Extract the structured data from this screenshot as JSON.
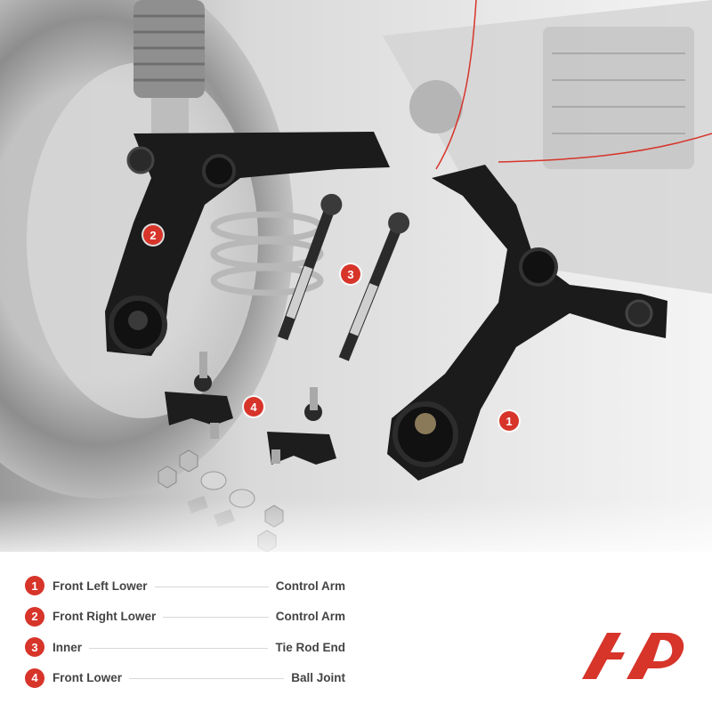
{
  "callouts": {
    "c1": "1",
    "c2": "2",
    "c3": "3",
    "c4": "4"
  },
  "legend": [
    {
      "number": "1",
      "left": "Front Left Lower",
      "right": "Control Arm"
    },
    {
      "number": "2",
      "left": "Front Right Lower",
      "right": "Control Arm"
    },
    {
      "number": "3",
      "left": "Inner",
      "right": "Tie Rod End"
    },
    {
      "number": "4",
      "left": "Front Lower",
      "right": "Ball Joint"
    }
  ],
  "colors": {
    "accent": "#d7342a",
    "text": "#444444"
  },
  "brand": {
    "logo": "a-premium-logo"
  }
}
